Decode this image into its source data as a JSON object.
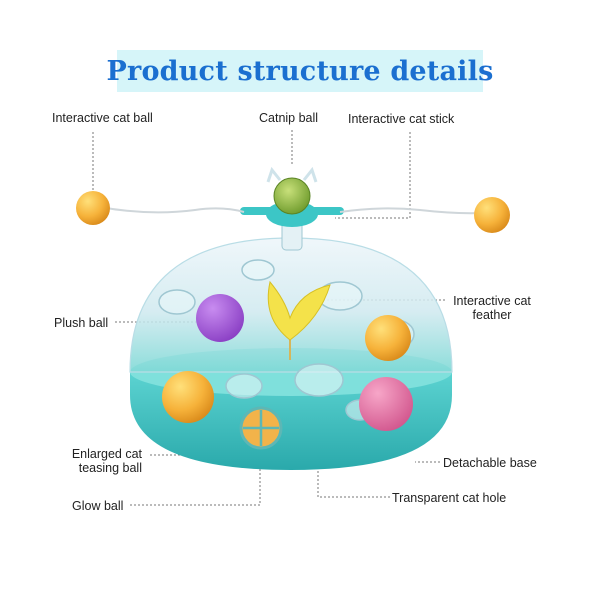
{
  "title": "Product structure details",
  "labels": {
    "interactive_cat_ball": "Interactive cat ball",
    "catnip_ball": "Catnip ball",
    "interactive_cat_stick": "Interactive cat stick",
    "plush_ball": "Plush ball",
    "interactive_cat_feather_line1": "Interactive cat",
    "interactive_cat_feather_line2": "feather",
    "enlarged_cat_teasing_ball_line1": "Enlarged cat",
    "enlarged_cat_teasing_ball_line2": "teasing ball",
    "glow_ball": "Glow ball",
    "detachable_base": "Detachable base",
    "transparent_cat_hole": "Transparent cat hole"
  },
  "colors": {
    "title_text": "#1b6fd0",
    "title_background": "#d6f5f9",
    "base_teal": "#3cc6c6",
    "leader_line": "#777777"
  }
}
